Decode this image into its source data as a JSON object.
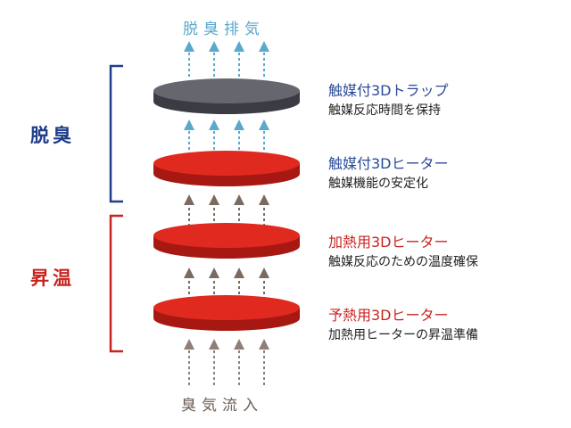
{
  "top_flow_label": "脱臭排気",
  "bottom_flow_label": "臭気流入",
  "groups": [
    {
      "label": "脱臭",
      "color": "#1f3d8a"
    },
    {
      "label": "昇温",
      "color": "#c8241f"
    }
  ],
  "layers": [
    {
      "name": "触媒付3Dトラップ",
      "desc": "触媒反応時間を保持",
      "color": "#55565e",
      "name_color": "#2a4a9a"
    },
    {
      "name": "触媒付3Dヒーター",
      "desc": "触媒機能の安定化",
      "color": "#d8251c",
      "name_color": "#2a4a9a"
    },
    {
      "name": "加熱用3Dヒーター",
      "desc": "触媒反応のための温度確保",
      "color": "#d8251c",
      "name_color": "#c8241f"
    },
    {
      "name": "予熱用3Dヒーター",
      "desc": "加熱用ヒーターの昇温準備",
      "color": "#d8251c",
      "name_color": "#c8241f"
    }
  ],
  "colors": {
    "top_arrows": "#5aa8cc",
    "gas_arrows": "#7a6a60",
    "bottom_arrows": "#8f7f76",
    "bottom_label": "#6e5e55",
    "top_label": "#5aa8cc"
  }
}
